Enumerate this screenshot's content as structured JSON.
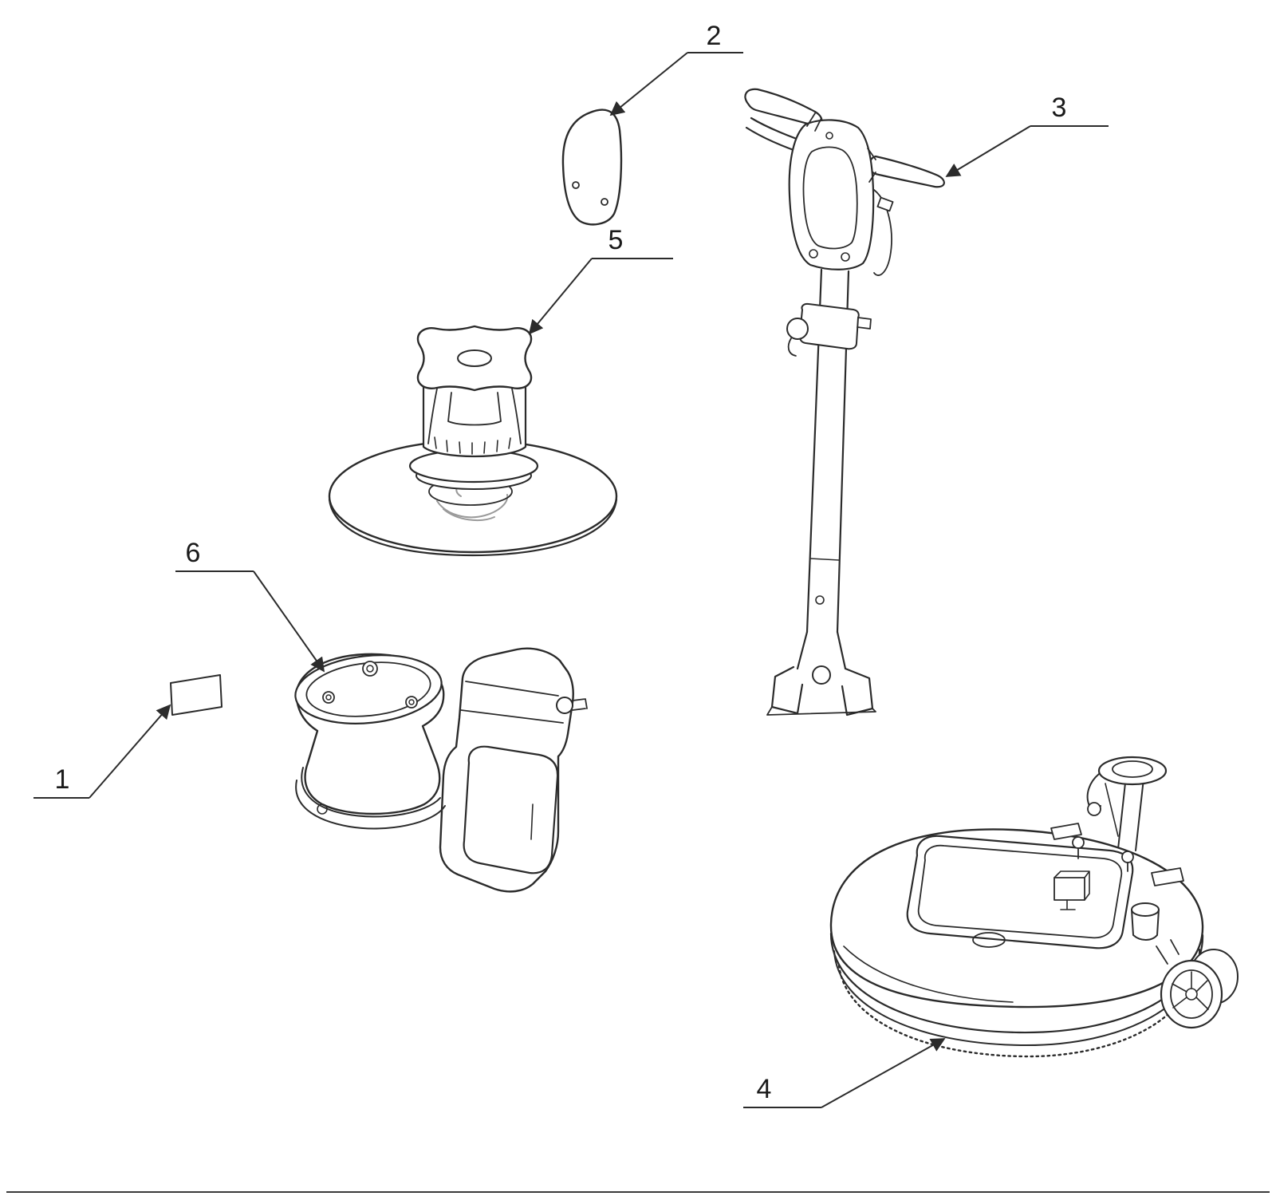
{
  "page": {
    "background_color": "#ffffff",
    "line_color": "#2b2b2b"
  },
  "callouts": [
    {
      "label": "1"
    },
    {
      "label": "2"
    },
    {
      "label": "3"
    },
    {
      "label": "4"
    },
    {
      "label": "5"
    },
    {
      "label": "6"
    }
  ]
}
